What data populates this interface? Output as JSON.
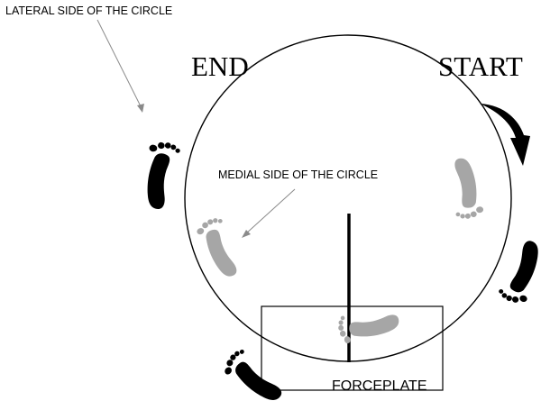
{
  "labels": {
    "lateral": "LATERAL SIDE  OF THE CIRCLE",
    "medial": "MEDIAL  SIDE OF THE CIRCLE",
    "end": "END",
    "start": "START",
    "forceplate": "FORCEPLATE"
  },
  "colors": {
    "stroke": "#000000",
    "foot_dark": "#000000",
    "foot_light": "#a6a6a6",
    "leader": "#8a8a8a",
    "background": "#ffffff"
  },
  "icons": {
    "footprint_dark": "footprint-icon",
    "footprint_light": "footprint-icon",
    "direction_arrow": "curved-arrow-icon"
  }
}
